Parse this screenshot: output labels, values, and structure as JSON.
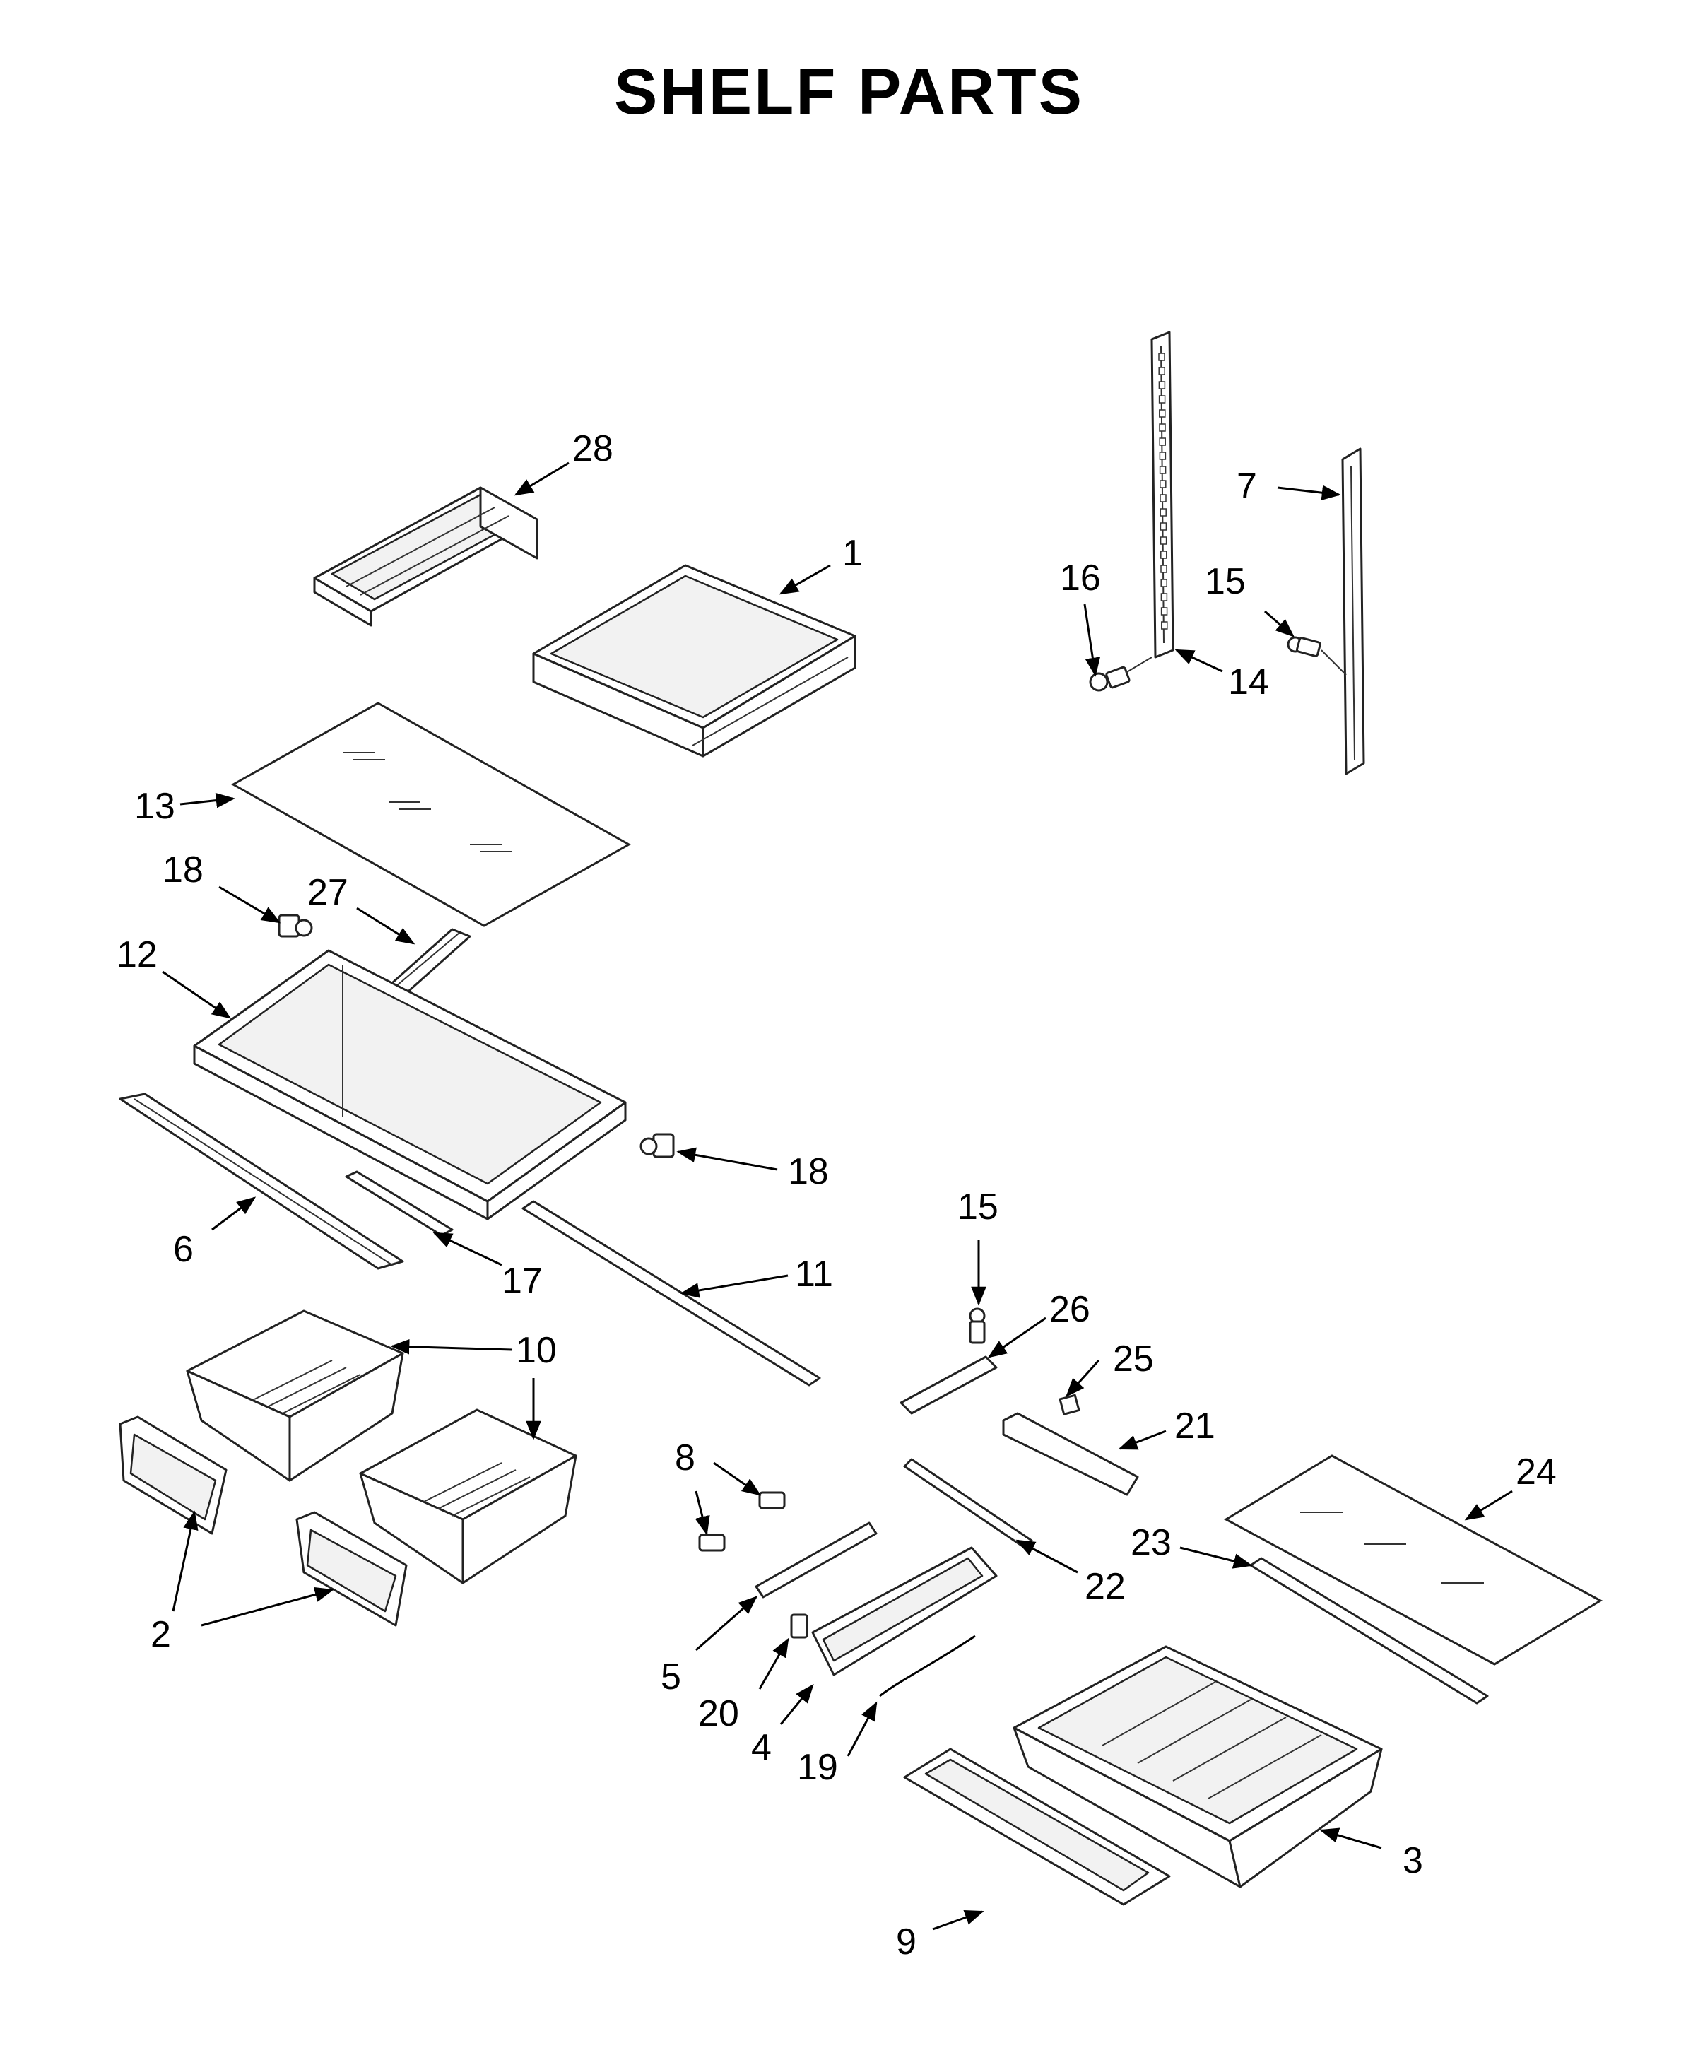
{
  "title": "SHELF PARTS",
  "callouts": [
    {
      "id": "c28",
      "text": "28"
    },
    {
      "id": "c1",
      "text": "1"
    },
    {
      "id": "c7",
      "text": "7"
    },
    {
      "id": "c16",
      "text": "16"
    },
    {
      "id": "c15a",
      "text": "15"
    },
    {
      "id": "c14",
      "text": "14"
    },
    {
      "id": "c13",
      "text": "13"
    },
    {
      "id": "c18a",
      "text": "18"
    },
    {
      "id": "c27",
      "text": "27"
    },
    {
      "id": "c12",
      "text": "12"
    },
    {
      "id": "c18b",
      "text": "18"
    },
    {
      "id": "c6",
      "text": "6"
    },
    {
      "id": "c17",
      "text": "17"
    },
    {
      "id": "c11",
      "text": "11"
    },
    {
      "id": "c15b",
      "text": "15"
    },
    {
      "id": "c26",
      "text": "26"
    },
    {
      "id": "c10",
      "text": "10"
    },
    {
      "id": "c25",
      "text": "25"
    },
    {
      "id": "c21",
      "text": "21"
    },
    {
      "id": "c8",
      "text": "8"
    },
    {
      "id": "c24",
      "text": "24"
    },
    {
      "id": "c23",
      "text": "23"
    },
    {
      "id": "c22",
      "text": "22"
    },
    {
      "id": "c2",
      "text": "2"
    },
    {
      "id": "c5",
      "text": "5"
    },
    {
      "id": "c20",
      "text": "20"
    },
    {
      "id": "c4",
      "text": "4"
    },
    {
      "id": "c19",
      "text": "19"
    },
    {
      "id": "c3",
      "text": "3"
    },
    {
      "id": "c9",
      "text": "9"
    }
  ]
}
